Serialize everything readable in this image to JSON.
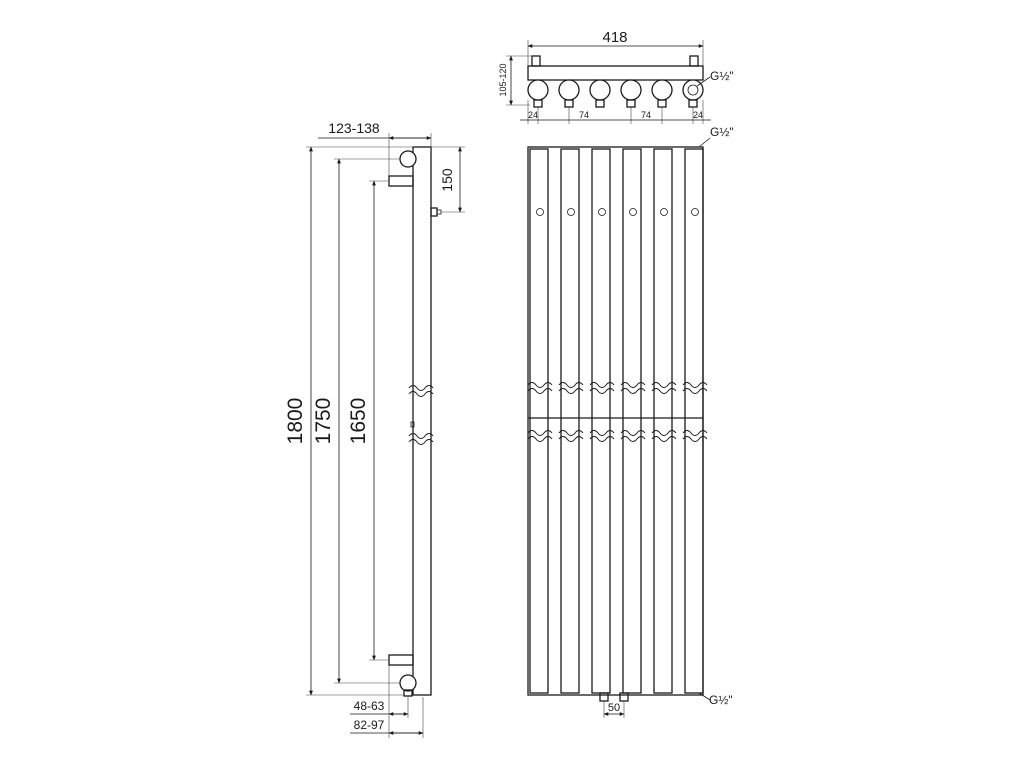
{
  "side_view": {
    "dims": {
      "overall_height": "1800",
      "center_height": "1750",
      "bracket_spacing": "1650",
      "depth_range": "123-138",
      "top_offset": "150",
      "wall_offset_inner": "48-63",
      "wall_offset_outer": "82-97"
    }
  },
  "top_view": {
    "dims": {
      "total_width": "418",
      "depth": "105-120",
      "edge_left": "24",
      "pitch_left": "74",
      "pitch_right": "74",
      "edge_right": "24"
    },
    "connection_label": "G½\""
  },
  "front_view": {
    "tube_count": 6,
    "top_connection_label": "G½\"",
    "bottom_connection_label": "G½\"",
    "bottom_spacing": "50"
  }
}
